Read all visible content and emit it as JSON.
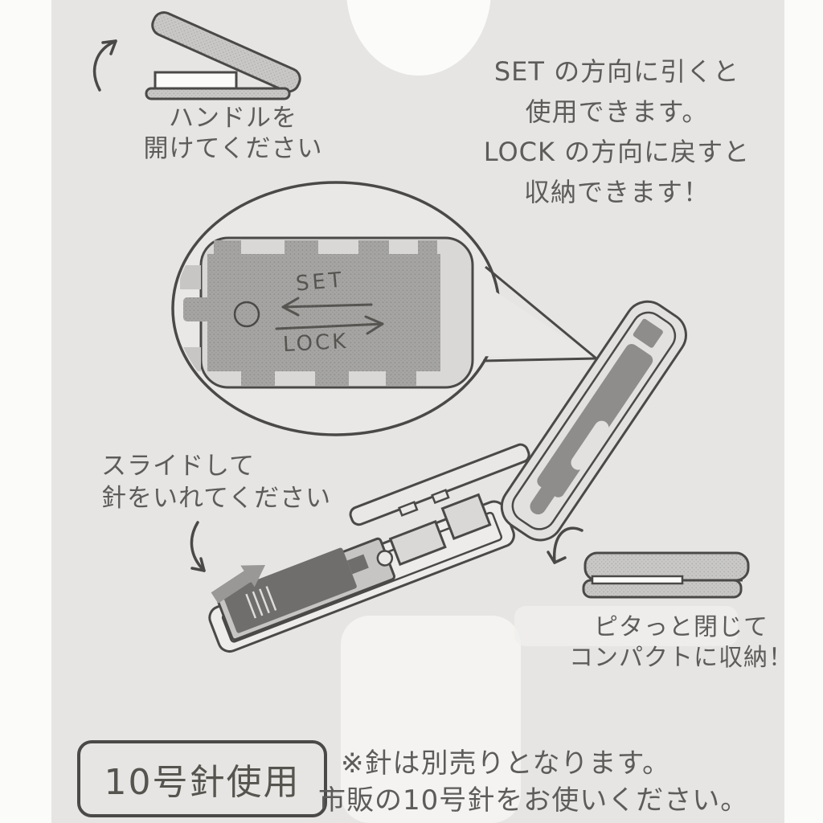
{
  "card": {
    "steps": {
      "open_handle": {
        "line1": "ハンドルを",
        "line2": "開けてください"
      },
      "set_lock": {
        "line1": "SET の方向に引くと",
        "line2": "使用できます。",
        "line3": "LOCK の方向に戻すと",
        "line4": "収納できます！"
      },
      "slide": {
        "line1": "スライドして",
        "line2": "針をいれてください"
      },
      "close": {
        "line1": "ピタっと閉じて",
        "line2": "コンパクトに収納！"
      }
    },
    "magnifier": {
      "set": "SET",
      "lock": "LOCK"
    },
    "footer": {
      "badge": "10号針使用",
      "note_line1": "※針は別売りとなります。",
      "note_line2": "市販の10号針をお使いください。"
    }
  },
  "colors": {
    "background": "#fbfbfa",
    "card": "#e6e5e3",
    "line": "#4a4947",
    "text": "#5d5c5a",
    "metal_fill": "#c9c8c6",
    "dark_plate": "#a6a5a3",
    "staple_block": "#6f6e6c"
  }
}
